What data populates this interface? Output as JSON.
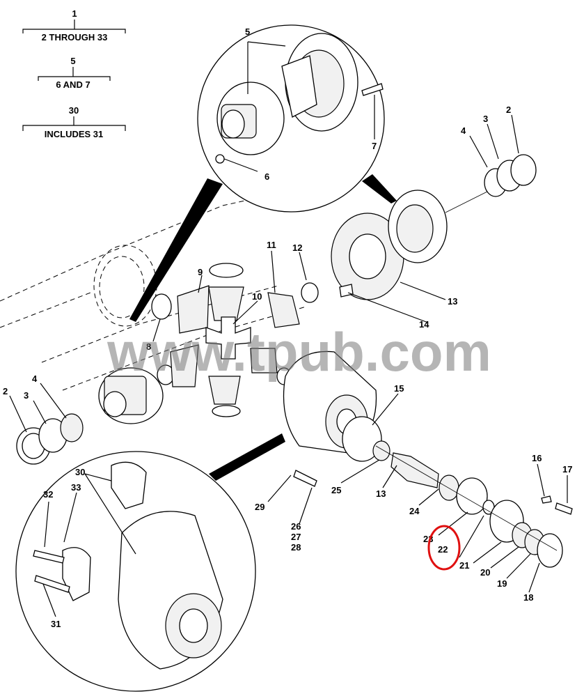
{
  "legend": [
    {
      "number": "1",
      "text": "2 THROUGH 33"
    },
    {
      "number": "5",
      "text": "6 AND 7"
    },
    {
      "number": "30",
      "text": "INCLUDES 31"
    }
  ],
  "callouts": {
    "n2a": "2",
    "n3a": "3",
    "n4a": "4",
    "n5": "5",
    "n6": "6",
    "n7": "7",
    "n8": "8",
    "n9": "9",
    "n10": "10",
    "n11": "11",
    "n12": "12",
    "n13a": "13",
    "n14": "14",
    "n15": "15",
    "n16": "16",
    "n17": "17",
    "n18": "18",
    "n19": "19",
    "n20": "20",
    "n21": "21",
    "n22": "22",
    "n23": "23",
    "n24": "24",
    "n25": "25",
    "n13b": "13",
    "n26": "26",
    "n27": "27",
    "n28": "28",
    "n29": "29",
    "n2b": "2",
    "n3b": "3",
    "n4b": "4",
    "n30": "30",
    "n31": "31",
    "n32": "32",
    "n33": "33"
  },
  "watermark": "www.tpub.com",
  "highlight": {
    "color": "#e01010",
    "target": "22"
  }
}
